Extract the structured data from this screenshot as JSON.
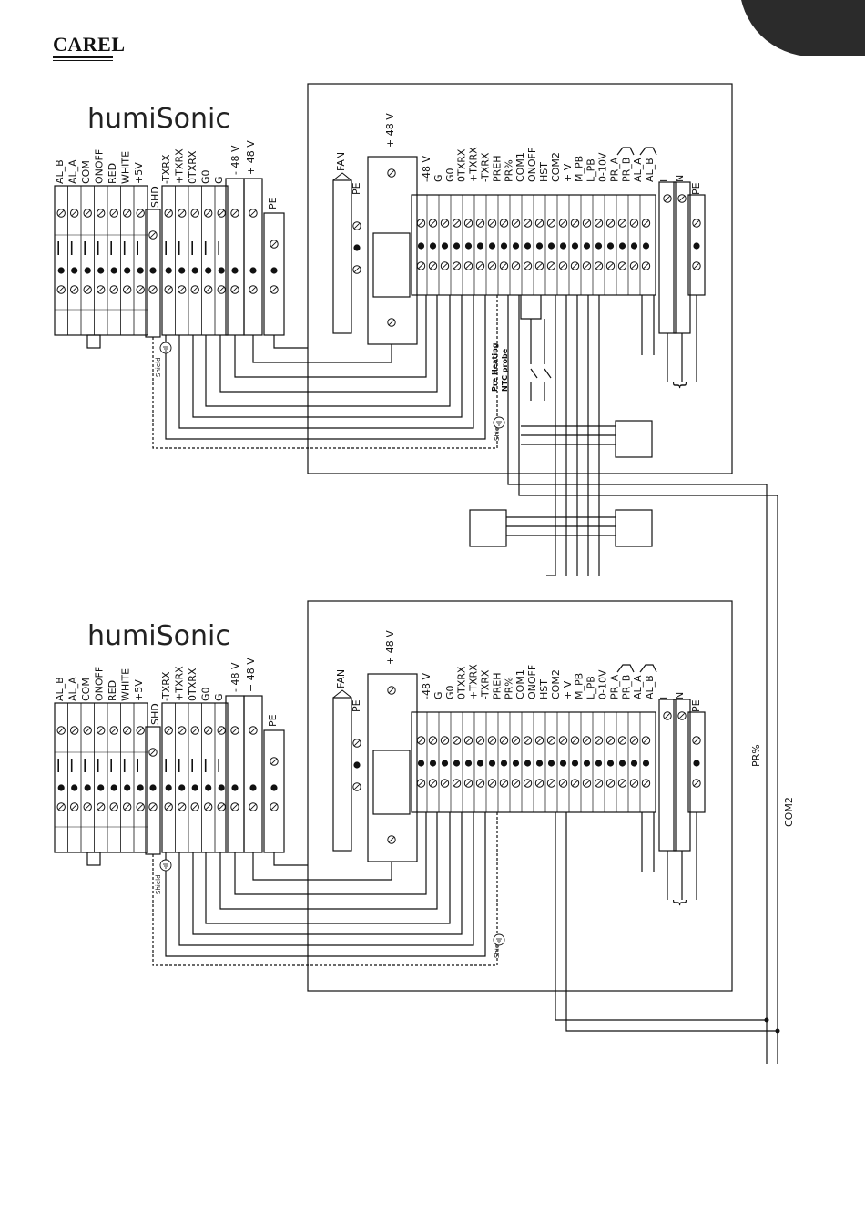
{
  "brand": "CAREL",
  "units": [
    {
      "logo_text": "humiSonic",
      "left_terminals": [
        "AL_B",
        "AL_A",
        "COM",
        "ONOFF",
        "RED",
        "WHITE",
        "+5V"
      ],
      "shd_label": "SHD",
      "mid_terminals": [
        "-TXRX",
        "+TXRX",
        "0TXRX",
        "G0",
        "G"
      ],
      "power_terminals": [
        "- 48 V",
        "+ 48 V"
      ],
      "pe_label": "PE",
      "shield_label": "Shield",
      "board_fan": "FAN",
      "board_pe": "PE",
      "board_plus48": "+ 48 V",
      "board_terminals": [
        "-48 V",
        "G",
        "G0",
        "0TXRX",
        "+TXRX",
        "-TXRX",
        "PREH",
        "PR%",
        "COM1",
        "ONOFF",
        "HST",
        "COM2",
        "+ V",
        "M_PB",
        "L_PB",
        "0-10V",
        "PR_A",
        "PR_B",
        "AL_A",
        "AL_B",
        "L",
        "N"
      ],
      "board_pe_right": "PE",
      "shield_board_label": "Shield"
    },
    {
      "logo_text": "humiSonic",
      "left_terminals": [
        "AL_B",
        "AL_A",
        "COM",
        "ONOFF",
        "RED",
        "WHITE",
        "+5V"
      ],
      "shd_label": "SHD",
      "mid_terminals": [
        "-TXRX",
        "+TXRX",
        "0TXRX",
        "G0",
        "G"
      ],
      "power_terminals": [
        "- 48 V",
        "+ 48 V"
      ],
      "pe_label": "PE",
      "shield_label": "Shield",
      "board_fan": "FAN",
      "board_pe": "PE",
      "board_plus48": "+ 48 V",
      "board_terminals": [
        "-48 V",
        "G",
        "G0",
        "0TXRX",
        "+TXRX",
        "-TXRX",
        "PREH",
        "PR%",
        "COM1",
        "ONOFF",
        "HST",
        "COM2",
        "+ V",
        "M_PB",
        "L_PB",
        "0-10V",
        "PR_A",
        "PR_B",
        "AL_A",
        "AL_B",
        "L",
        "N"
      ],
      "board_pe_right": "PE",
      "shield_board_label": "Shield"
    }
  ],
  "preheating_label_1": "Pre Heating",
  "preheating_label_2": "NTC probe",
  "pr_line_label": "PR%",
  "com2_line_label": "COM2",
  "colors": {
    "line": "#111111",
    "tab": "#2b2b2b"
  },
  "icons": [
    "ground-icon",
    "relay-contact-icon",
    "brace-icon",
    "fuse-icon"
  ]
}
